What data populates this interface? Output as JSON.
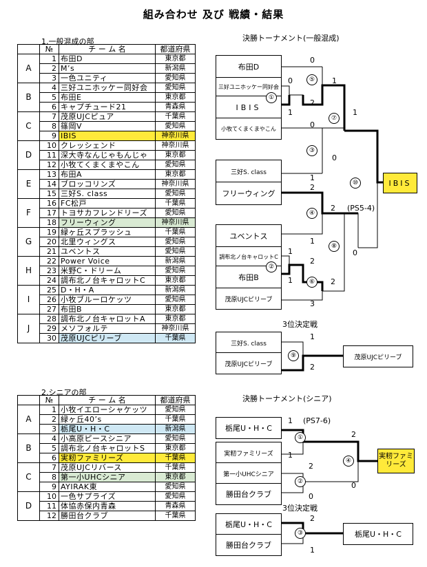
{
  "title": "組み合わせ 及び 戦績・結果",
  "colors": {
    "winner": "#ffea3a",
    "green": "#d9ead3",
    "blue": "#cfe8f4"
  },
  "general": {
    "section_title": "1.一般混成の部",
    "headers": {
      "no": "№",
      "team": "チ ー ム 名",
      "pref": "都道府県"
    },
    "groups": [
      {
        "name": "A",
        "rows": [
          {
            "no": "1",
            "team": "布田D",
            "pref": "東京都"
          },
          {
            "no": "2",
            "team": "M’s",
            "pref": "新潟県"
          },
          {
            "no": "3",
            "team": "一色ユニティ",
            "pref": "愛知県"
          }
        ]
      },
      {
        "name": "B",
        "rows": [
          {
            "no": "4",
            "team": "三好ユニホッケー同好会",
            "pref": "愛知県"
          },
          {
            "no": "5",
            "team": "布田E",
            "pref": "東京都"
          },
          {
            "no": "6",
            "team": "キャプチュード21",
            "pref": "青森県"
          }
        ]
      },
      {
        "name": "C",
        "rows": [
          {
            "no": "7",
            "team": "茂原UJCピュア",
            "pref": "千葉県"
          },
          {
            "no": "8",
            "team": "篠岡V",
            "pref": "愛知県"
          },
          {
            "no": "9",
            "team": "IBIS",
            "pref": "神奈川県",
            "hl": "winner"
          }
        ]
      },
      {
        "name": "D",
        "rows": [
          {
            "no": "10",
            "team": "クレッシェンド",
            "pref": "神奈川県"
          },
          {
            "no": "11",
            "team": "深大寺なんじゃもんじゃ",
            "pref": "東京都"
          },
          {
            "no": "12",
            "team": "小牧てくまくまやこん",
            "pref": "愛知県"
          }
        ]
      },
      {
        "name": "E",
        "rows": [
          {
            "no": "13",
            "team": "布田A",
            "pref": "東京都"
          },
          {
            "no": "14",
            "team": "ブロッコリンズ",
            "pref": "神奈川県"
          },
          {
            "no": "15",
            "team": "三好S. class",
            "pref": "愛知県"
          }
        ]
      },
      {
        "name": "F",
        "rows": [
          {
            "no": "16",
            "team": "FC松戸",
            "pref": "千葉県"
          },
          {
            "no": "17",
            "team": "トヨサカフレンドリーズ",
            "pref": "愛知県"
          },
          {
            "no": "18",
            "team": "フリーウィング",
            "pref": "神奈川県",
            "hl": "green"
          }
        ]
      },
      {
        "name": "G",
        "rows": [
          {
            "no": "19",
            "team": "緑ヶ丘スプラッシュ",
            "pref": "千葉県"
          },
          {
            "no": "20",
            "team": "北里ウィングス",
            "pref": "愛知県"
          },
          {
            "no": "21",
            "team": "ユベントス",
            "pref": "愛知県"
          }
        ]
      },
      {
        "name": "H",
        "rows": [
          {
            "no": "22",
            "team": "Power Voice",
            "pref": "新潟県"
          },
          {
            "no": "23",
            "team": "米野C・ドリーム",
            "pref": "愛知県"
          },
          {
            "no": "24",
            "team": "調布北ノ台キャロットC",
            "pref": "東京都"
          }
        ]
      },
      {
        "name": "I",
        "rows": [
          {
            "no": "25",
            "team": "D・H・A",
            "pref": "新潟県"
          },
          {
            "no": "26",
            "team": "小牧ブルーロケッツ",
            "pref": "愛知県"
          },
          {
            "no": "27",
            "team": "布田B",
            "pref": "東京都"
          }
        ]
      },
      {
        "name": "J",
        "rows": [
          {
            "no": "28",
            "team": "調布北ノ台キャロットA",
            "pref": "東京都"
          },
          {
            "no": "29",
            "team": "メソフォルテ",
            "pref": "神奈川県"
          },
          {
            "no": "30",
            "team": "茂原UJCピリーブ",
            "pref": "千葉県",
            "hl": "blue"
          }
        ]
      }
    ]
  },
  "senior": {
    "section_title": "2.シニアの部",
    "headers": {
      "no": "№",
      "team": "チ ー ム 名",
      "pref": "都道府県"
    },
    "groups": [
      {
        "name": "A",
        "rows": [
          {
            "no": "1",
            "team": "小牧イエローシャケッツ",
            "pref": "愛知県"
          },
          {
            "no": "2",
            "team": "緑ヶ丘40’s",
            "pref": "千葉県"
          },
          {
            "no": "3",
            "team": "栃尾U・H・C",
            "pref": "新潟県",
            "hl": "blue"
          }
        ]
      },
      {
        "name": "B",
        "rows": [
          {
            "no": "4",
            "team": "小高原ピースシニア",
            "pref": "愛知県"
          },
          {
            "no": "5",
            "team": "調布北ノ台キャロットS",
            "pref": "東京都"
          },
          {
            "no": "6",
            "team": "実籾ファミリーズ",
            "pref": "千葉県",
            "hl": "winner"
          }
        ]
      },
      {
        "name": "C",
        "rows": [
          {
            "no": "7",
            "team": "茂原UJCリバース",
            "pref": "千葉県"
          },
          {
            "no": "8",
            "team": "第一小UHCシニア",
            "pref": "東京都",
            "hl": "green"
          },
          {
            "no": "9",
            "team": "AYIRAK東",
            "pref": "愛知県"
          }
        ]
      },
      {
        "name": "D",
        "rows": [
          {
            "no": "10",
            "team": "一色サプライズ",
            "pref": "愛知県"
          },
          {
            "no": "11",
            "team": "体協赤保内青森",
            "pref": "青森県"
          },
          {
            "no": "12",
            "team": "勝田台クラブ",
            "pref": "千葉県"
          }
        ]
      }
    ]
  },
  "bracket_general": {
    "title": "決勝トーナメント(一般混成)",
    "teams": [
      "布田D",
      "三好ユニホッケー同好会",
      "IBIS",
      "小牧てくまくまやこん",
      "三好S. class",
      "フリーウィング",
      "ユベントス",
      "調布北ノ台キャロットC",
      "布田B",
      "茂原UJCピリーブ"
    ],
    "winner": "IBIS",
    "matches": [
      "①",
      "②",
      "③",
      "④",
      "⑤",
      "⑥",
      "⑦",
      "⑧",
      "⑨",
      "⑩"
    ],
    "scores": {
      "s1": "0",
      "s2": "0",
      "s3": "1",
      "s4": "1",
      "s5": "1",
      "s6": "2",
      "s7": "1",
      "s8": "0",
      "s9": "0",
      "s10": "1",
      "s11": "1",
      "s12": "2",
      "s13": "2",
      "s14": "1",
      "s15": "1",
      "s16": "2",
      "s17": "0",
      "s18": "2",
      "s19": "2",
      "s20": "3",
      "s21": "2"
    },
    "pk": "(PS5-4)",
    "third_title": "3位決定戦",
    "third_teams": [
      "三好S. class",
      "茂原UJCピリーブ"
    ],
    "third_scores": [
      "1",
      "2"
    ],
    "third_winner": "茂原UJCピリーブ"
  },
  "bracket_senior": {
    "title": "決勝トーナメント(シニア)",
    "teams": [
      "栃尾U・H・C",
      "実籾ファミリーズ",
      "第一小UHCシニア",
      "勝田台クラブ"
    ],
    "winner": "実籾ファミリーズ",
    "matches": [
      "①",
      "②",
      "③",
      "④"
    ],
    "scores": {
      "a": "1",
      "b": "1",
      "c": "2",
      "d": "2",
      "e": "0",
      "f": "0"
    },
    "pk": "(PS7-6)",
    "third_title": "3位決定戦",
    "third_teams": [
      "栃尾U・H・C",
      "勝田台クラブ"
    ],
    "third_scores": [
      "2",
      "1"
    ],
    "third_winner": "栃尾U・H・C"
  }
}
